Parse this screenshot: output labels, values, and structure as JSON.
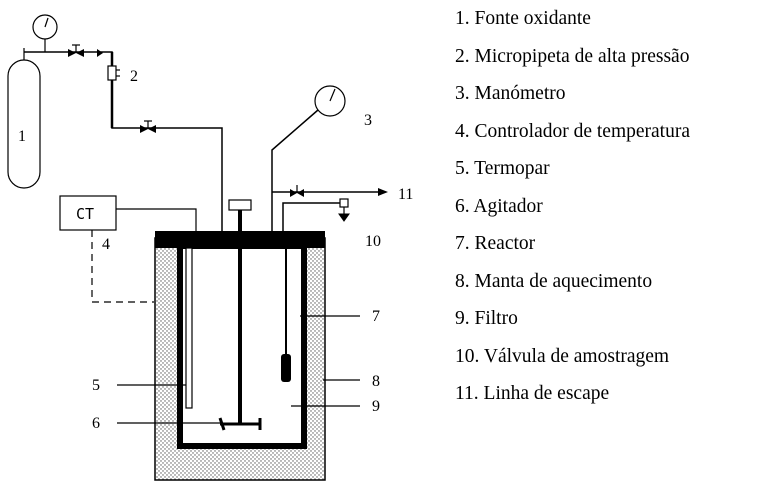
{
  "diagram": {
    "ct_label": "CT",
    "callouts": [
      "1",
      "2",
      "3",
      "4",
      "5",
      "6",
      "7",
      "8",
      "9",
      "10",
      "11"
    ]
  },
  "legend": [
    "1. Fonte oxidante",
    "2. Micropipeta de alta pressão",
    "3. Manómetro",
    "4. Controlador de temperatura",
    "5. Termopar",
    "6. Agitador",
    "7. Reactor",
    "8. Manta de aquecimento",
    "9. Filtro",
    "10. Válvula de amostragem",
    "11. Linha de escape"
  ]
}
